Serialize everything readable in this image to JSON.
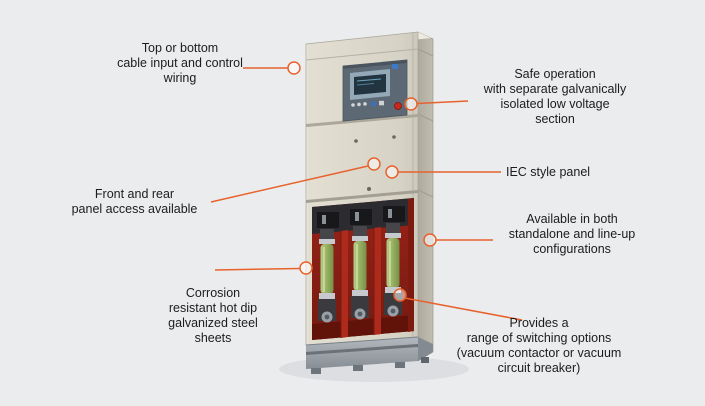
{
  "colors": {
    "background": "#ebecee",
    "accent": "#e8622d",
    "cabinet_beige": "#d9d5c8",
    "interior_red": "#8f2015",
    "contactor_green": "#96b161",
    "base_gray": "#9aa1a8"
  },
  "callouts": {
    "cable_input": {
      "text": "Top or bottom\ncable input and control\nwiring"
    },
    "safe_operation": {
      "text": "Safe operation\nwith separate galvanically\nisolated low voltage\nsection"
    },
    "iec_panel": {
      "text": "IEC style panel"
    },
    "panel_access": {
      "text": "Front and rear\npanel access available"
    },
    "lineup_config": {
      "text": "Available in both\nstandalone and line-up\nconfigurations"
    },
    "steel_sheets": {
      "text": "Corrosion\nresistant hot dip\ngalvanized steel\nsheets"
    },
    "switching_options": {
      "text": "Provides a\nrange of switching options\n(vacuum contactor or vacuum\ncircuit breaker)"
    }
  }
}
